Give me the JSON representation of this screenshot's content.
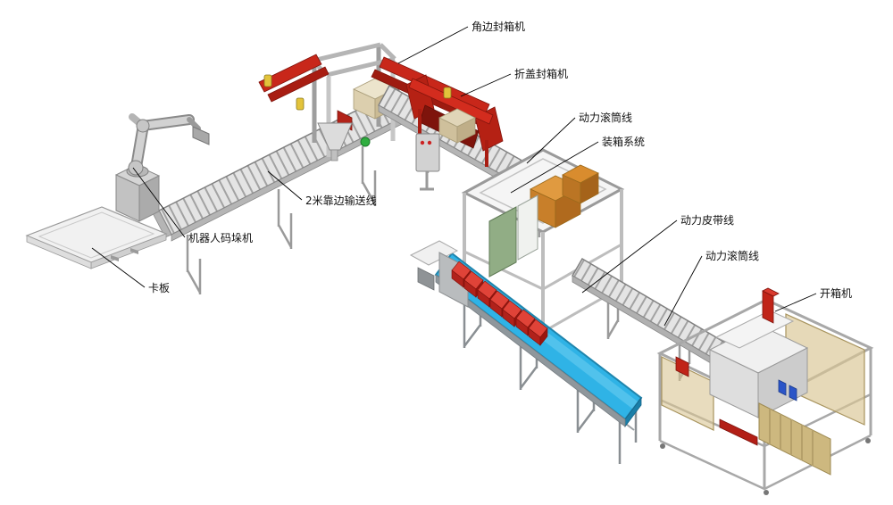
{
  "diagram": {
    "labels": {
      "corner_sealer": "角边封箱机",
      "flap_sealer": "折盖封箱机",
      "roller_line_top": "动力滚筒线",
      "packing_system": "装箱系统",
      "belt_line": "动力皮带线",
      "roller_line_right": "动力滚筒线",
      "case_erector": "开箱机",
      "edge_conveyor_2m": "2米靠边输送线",
      "robot_palletizer": "机器人码垛机",
      "pallet": "卡板"
    },
    "colors": {
      "machine_red": "#c8271a",
      "machine_red_dark": "#8e160d",
      "belt_blue": "#2fb3e6",
      "box_orange": "#e09a40",
      "product_red": "#c8251d",
      "safety_panel_tan": "#d9c592",
      "frame_gray": "#c9c9c9",
      "panel_green": "#91ad85"
    }
  }
}
